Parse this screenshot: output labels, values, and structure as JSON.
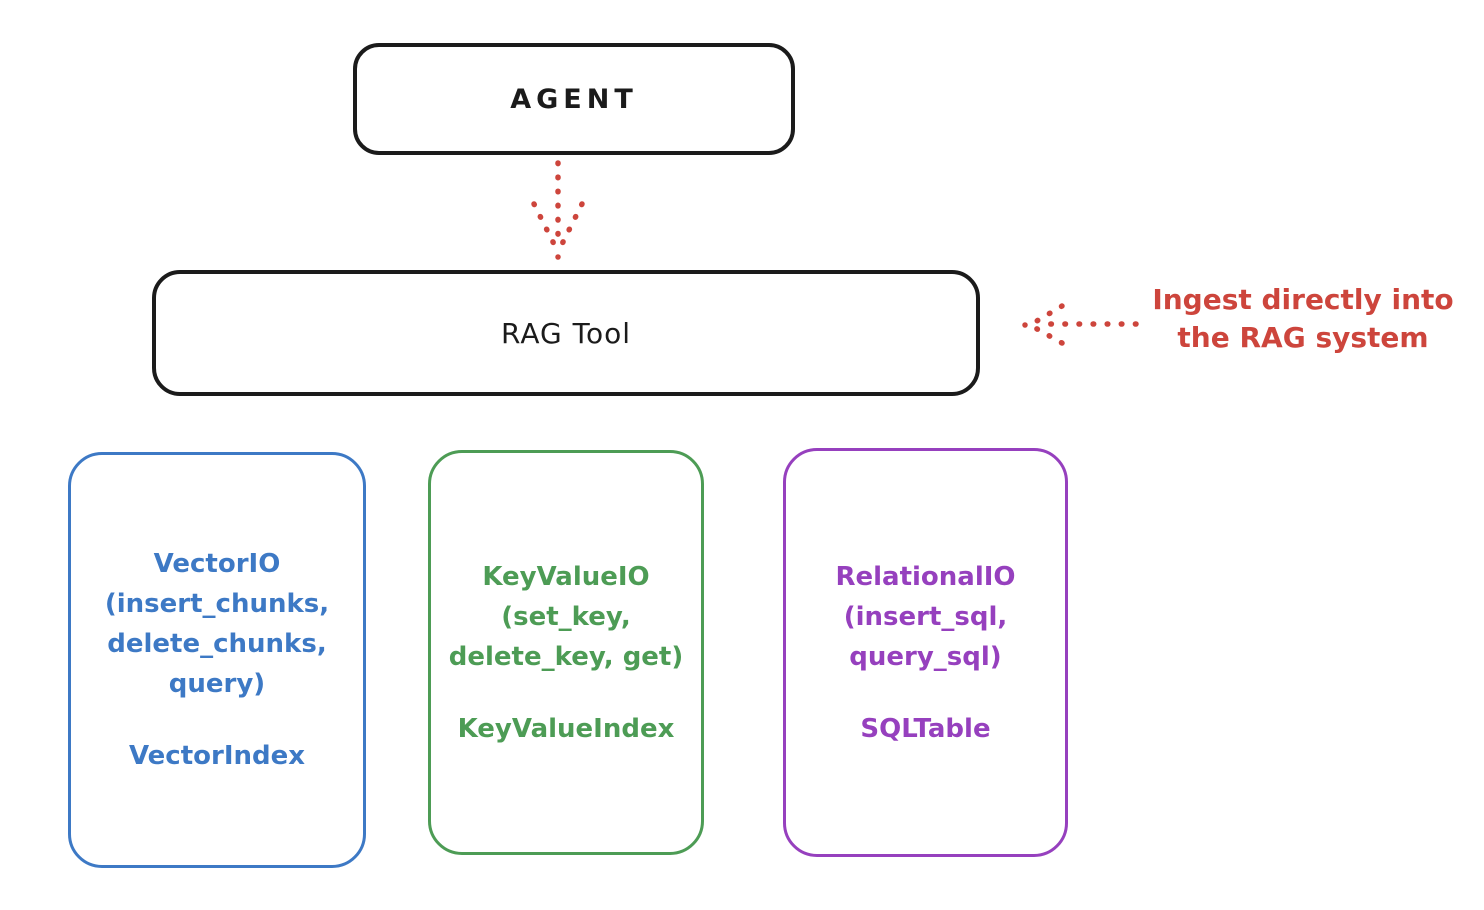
{
  "colors": {
    "ink": "#1b1b1b",
    "red": "#cd453c",
    "blue": "#3d79c5",
    "green": "#4d9c55",
    "purple": "#9640be",
    "background": "#ffffff"
  },
  "agent_box": {
    "label": "AGENT"
  },
  "rag_tool_box": {
    "label": "RAG Tool"
  },
  "annotation": {
    "text": "Ingest directly into\nthe RAG system"
  },
  "storage_boxes": [
    {
      "id": "vector-io",
      "color": "#3d79c5",
      "io_text": "VectorIO\n(insert_chunks,\ndelete_chunks,\nquery)",
      "index_text": "VectorIndex"
    },
    {
      "id": "key-value-io",
      "color": "#4d9c55",
      "io_text": "KeyValueIO\n(set_key,\ndelete_key, get)",
      "index_text": "KeyValueIndex"
    },
    {
      "id": "relational-io",
      "color": "#9640be",
      "io_text": "RelationalIO\n(insert_sql,\nquery_sql)",
      "index_text": "SQLTable"
    }
  ]
}
